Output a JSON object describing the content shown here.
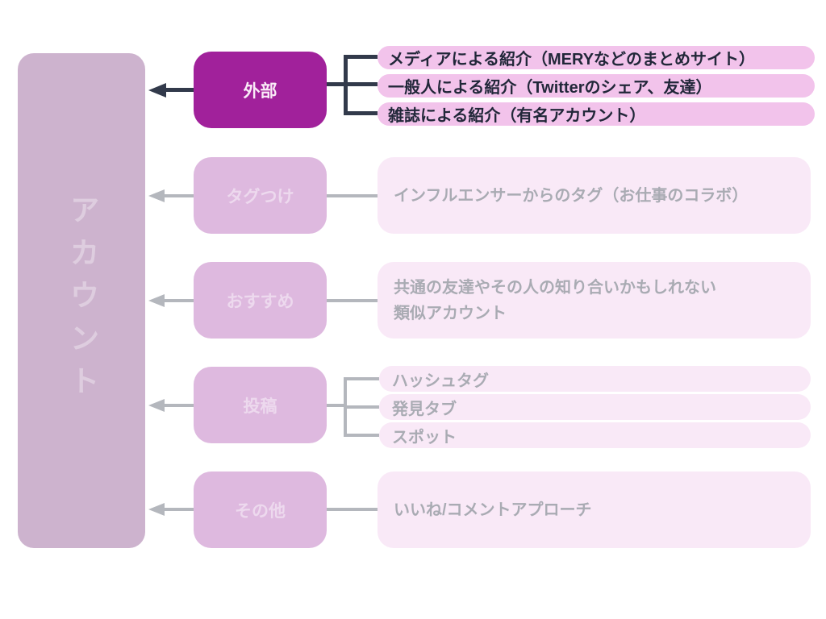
{
  "page": {
    "background": "#FFFFFF",
    "type": "flow-diagram"
  },
  "colors": {
    "account_box_bg": "#CDB3CE",
    "account_box_text": "#DECDDF",
    "active_node_bg": "#A1219B",
    "active_node_text": "#F9EAF7",
    "inactive_node_bg": "#DEB9DF",
    "inactive_node_text": "#EDD9EE",
    "active_leaf_bg": "#F2C3EB",
    "active_leaf_text": "#212739",
    "inactive_leaf_bg": "#F9E9F7",
    "inactive_leaf_text": "#A9ABB3",
    "active_connector": "#323A4B",
    "inactive_connector": "#B4B7BD"
  },
  "root": {
    "label": "アカウント"
  },
  "branches": [
    {
      "label": "外部",
      "state": "active",
      "leaves": [
        "メディアによる紹介（MERYなどのまとめサイト）",
        "一般人による紹介（Twitterのシェア、友達）",
        "雑誌による紹介（有名アカウント）"
      ]
    },
    {
      "label": "タグつけ",
      "state": "inactive",
      "leaves": [
        "インフルエンサーからのタグ（お仕事のコラボ）"
      ]
    },
    {
      "label": "おすすめ",
      "state": "inactive",
      "leaves": [
        "共通の友達やその人の知り合いかもしれない",
        "類似アカウント"
      ]
    },
    {
      "label": "投稿",
      "state": "inactive",
      "leaves": [
        "ハッシュタグ",
        "発見タブ",
        "スポット"
      ]
    },
    {
      "label": "その他",
      "state": "inactive",
      "leaves": [
        "いいね/コメントアプローチ"
      ]
    }
  ]
}
